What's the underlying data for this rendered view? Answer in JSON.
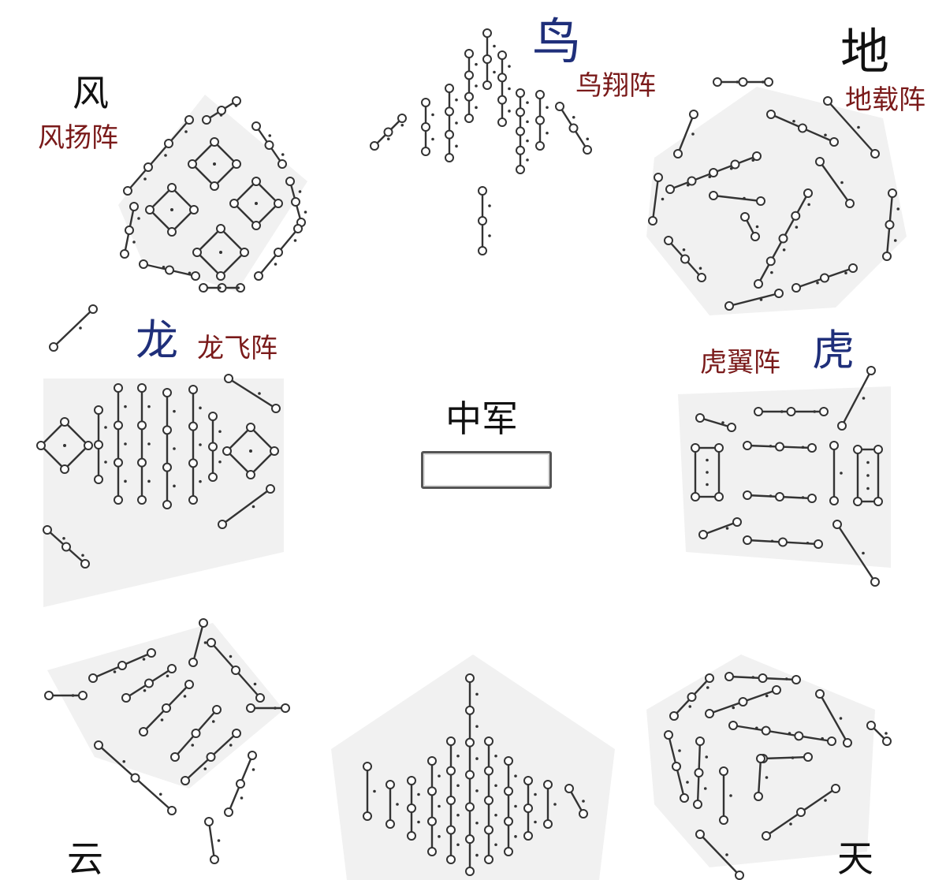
{
  "labels": {
    "feng": "风",
    "feng_formation": "风扬阵",
    "niao": "鸟",
    "niao_formation": "鸟翔阵",
    "di": "地",
    "di_formation": "地载阵",
    "long": "龙",
    "long_formation": "龙飞阵",
    "hu": "虎",
    "hu_formation": "虎翼阵",
    "center": "中军",
    "yun": "云",
    "tian": "天"
  },
  "colors": {
    "ink": "#333333",
    "trigram_black": "#111111",
    "beast_blue": "#1f2f7a",
    "formation_red": "#7a1a1a",
    "shading": "#f1f1f1"
  }
}
